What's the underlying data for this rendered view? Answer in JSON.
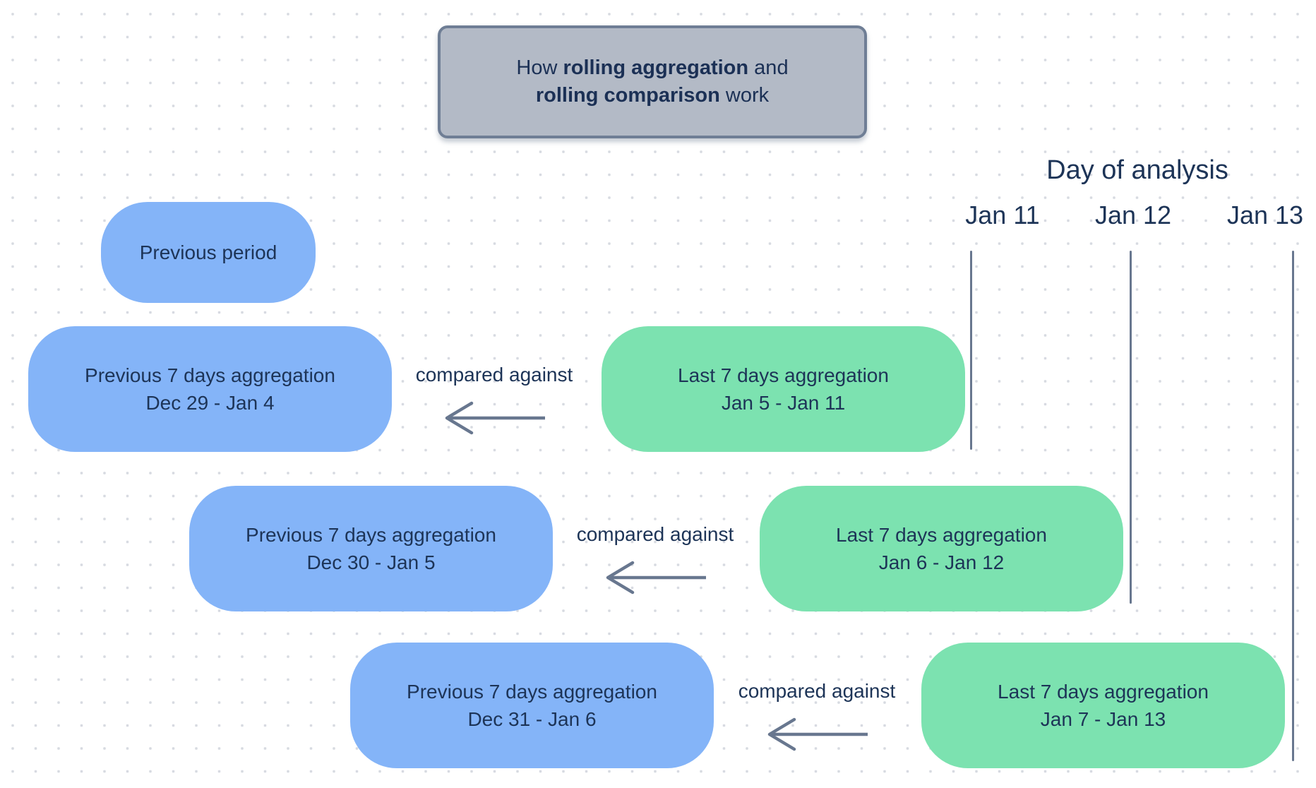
{
  "title": {
    "plain_1": "How ",
    "bold_1": "rolling aggregation",
    "plain_2": " and",
    "bold_2": "rolling comparison",
    "plain_3": " work"
  },
  "axis": {
    "heading": "Day of analysis",
    "dates": [
      "Jan 11",
      "Jan 12",
      "Jan 13"
    ]
  },
  "legend": {
    "previous_period": "Previous period"
  },
  "comparison_label": "compared against",
  "rows": [
    {
      "previous": {
        "title": "Previous 7 days aggregation",
        "range": "Dec 29 - Jan 4"
      },
      "last": {
        "title": "Last 7 days aggregation",
        "range": "Jan 5 - Jan 11"
      }
    },
    {
      "previous": {
        "title": "Previous 7 days aggregation",
        "range": "Dec 30 - Jan 5"
      },
      "last": {
        "title": "Last 7 days aggregation",
        "range": "Jan 6 - Jan 12"
      }
    },
    {
      "previous": {
        "title": "Previous 7 days aggregation",
        "range": "Dec 31 - Jan 6"
      },
      "last": {
        "title": "Last 7 days aggregation",
        "range": "Jan 7 - Jan 13"
      }
    }
  ],
  "colors": {
    "background": "#ffffff",
    "dot_grid": "#d7dae1",
    "title_fill": "#b3bac6",
    "title_border": "#6f7e95",
    "previous_fill": "#84b4f8",
    "last_fill": "#7ce2b0",
    "text_navy": "#1d3457",
    "line_slate": "#68778f"
  }
}
